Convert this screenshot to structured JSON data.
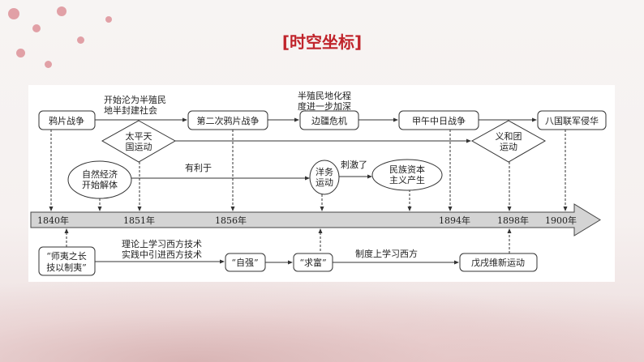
{
  "title": "[时空坐标]",
  "events": {
    "opium_war": "鸦片战争",
    "second_opium_war": "第二次鸦片战争",
    "frontier_crisis": "边疆危机",
    "sino_japanese_war": "甲午中日战争",
    "eight_nation": "八国联军侵华"
  },
  "notes": {
    "semi_colonial_1": "开始沦为半殖民",
    "semi_colonial_2": "地半封建社会",
    "deepen_1": "半殖民地化程",
    "deepen_2": "度进一步加深",
    "beneficial": "有利于",
    "stimulated": "刺激了",
    "theory_1": "理论上学习西方技术",
    "theory_2": "实践中引进西方技术",
    "institution": "制度上学习西方"
  },
  "movements": {
    "taiping_1": "太平天",
    "taiping_2": "国运动",
    "boxer_1": "义和团",
    "boxer_2": "运动",
    "natural_econ_1": "自然经济",
    "natural_econ_2": "开始解体",
    "westernization_1": "洋务",
    "westernization_2": "运动",
    "national_cap_1": "民族资本",
    "national_cap_2": "主义产生"
  },
  "years": [
    "1840年",
    "1851年",
    "1856年",
    "1894年",
    "1898年",
    "1900年"
  ],
  "thought": {
    "shiyi_1": "“师夷之长",
    "shiyi_2": "技以制夷”",
    "ziqiang": "“自强”",
    "qiufu": "“求富”",
    "reform": "戊戌维新运动"
  }
}
